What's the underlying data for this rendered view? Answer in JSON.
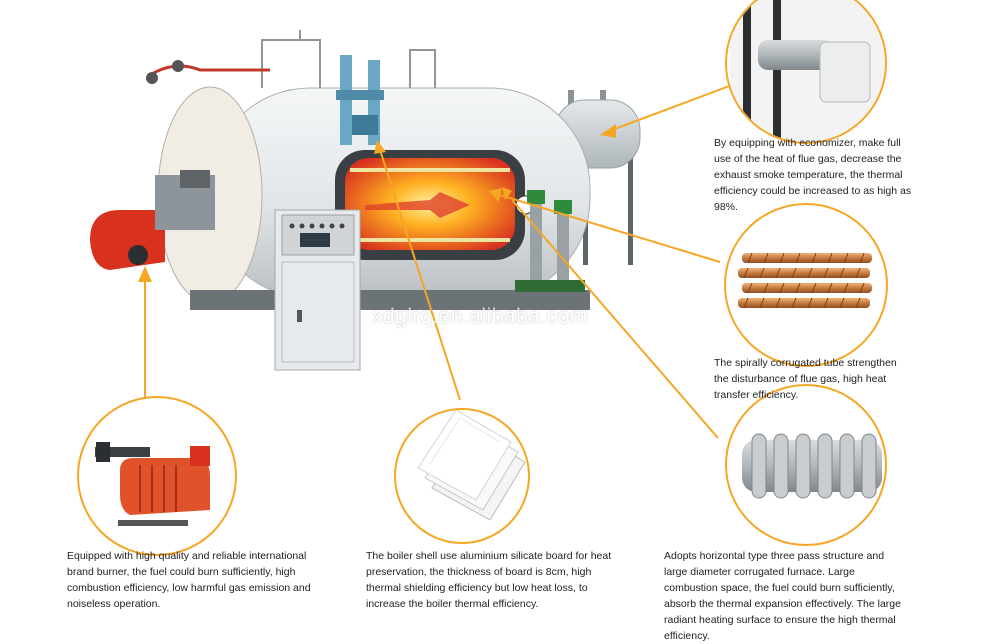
{
  "watermark": "xdglrq.en.alibaba.com",
  "colors": {
    "callout": "#f5a623",
    "boiler_shell": "#e9ecee",
    "burner": "#d8321f",
    "panel": "#e7eaec",
    "copper": "#c67a3e"
  },
  "captions": {
    "economizer": "By equipping with economizer, make full use of the heat of flue gas, decrease the exhaust smoke temperature, the thermal efficiency could be increased to as high as 98%.",
    "tube": "The spirally corrugated tube strengthen the disturbance of flue gas, high heat transfer efficiency.",
    "burner": "Equipped with high quality and reliable international brand burner, the fuel could burn sufficiently, high combustion efficiency, low harmful gas emission and noiseless operation.",
    "board": "The boiler shell use aluminium silicate board for heat preservation, the thickness of board is 8cm, high thermal shielding efficiency but low heat loss, to increase the boiler thermal efficiency.",
    "furnace": "Adopts horizontal type three pass structure and large diameter corrugated furnace. Large combustion space, the fuel could burn sufficiently, absorb the thermal expansion effectively. The large radiant heating surface to ensure the high thermal efficiency."
  }
}
